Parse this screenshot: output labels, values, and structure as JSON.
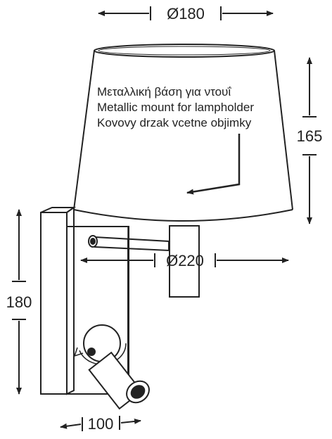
{
  "dimensions": {
    "top_diameter": "Ø180",
    "bottom_diameter": "Ø220",
    "shade_height": "165",
    "base_height": "180",
    "base_depth": "100"
  },
  "note": {
    "line1": "Μεταλλική βάση για ντουΐ",
    "line2": "Metallic mount for lampholder",
    "line3": "Kovovy drzak vcetne objimky"
  },
  "colors": {
    "line": "#222222",
    "background": "#ffffff"
  }
}
